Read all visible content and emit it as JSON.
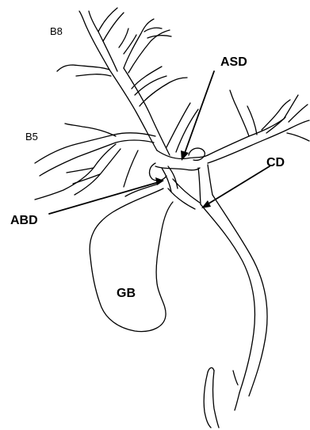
{
  "labels": {
    "b8": "B8",
    "b5": "B5",
    "asd": "ASD",
    "cd": "CD",
    "abd": "ABD",
    "gb": "GB"
  },
  "colors": {
    "ink": "#000000",
    "background": "#ffffff"
  }
}
